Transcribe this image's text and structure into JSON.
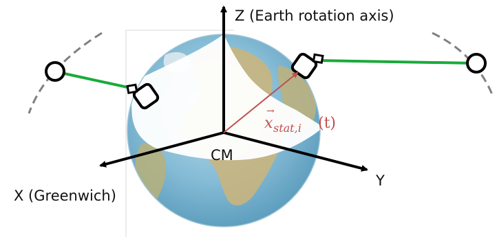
{
  "labels": {
    "z_axis": "Z (Earth rotation axis)",
    "x_axis": "X (Greenwich)",
    "y_axis": "Y",
    "origin": "CM",
    "position_vector_base": "x",
    "position_vector_subscript": "stat,i",
    "position_vector_argument": "(t)"
  },
  "colors": {
    "axis": "#000000",
    "position_vector": "#c0504d",
    "link": "#1aaa3a",
    "orbit": "#7f7f7f",
    "ocean": "#7fb3d0",
    "land": "#c7b37a"
  }
}
